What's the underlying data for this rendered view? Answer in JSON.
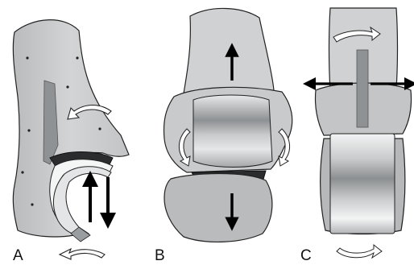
{
  "figure": {
    "panels": [
      {
        "id": "A",
        "label": "A"
      },
      {
        "id": "B",
        "label": "B"
      },
      {
        "id": "C",
        "label": "C"
      }
    ],
    "colors": {
      "bone_fill": "#c9cbcc",
      "bone_light": "#e4e6e7",
      "bone_dark": "#8f9294",
      "implant_metal": "#9a9d9f",
      "insert_white": "#f4f5f5",
      "outline": "#222222",
      "arrow_black": "#000000",
      "arrow_hollow_fill": "#ffffff"
    },
    "icons": {
      "translation_arrow": "double-headed-straight-arrow",
      "rotation_arrow": "curved-hollow-arrow"
    }
  }
}
